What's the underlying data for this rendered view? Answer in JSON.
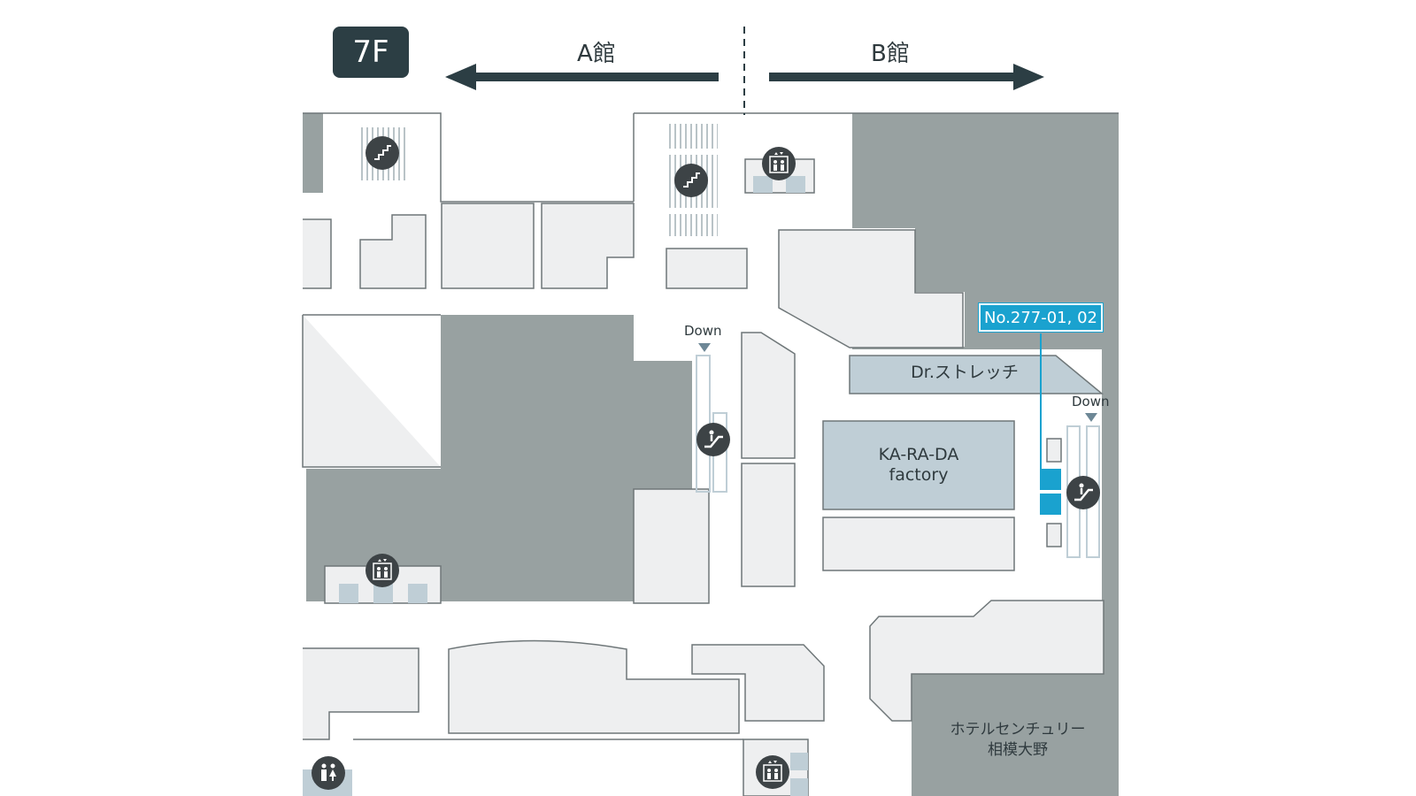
{
  "floor": {
    "label": "7F"
  },
  "buildings": {
    "a": "A館",
    "b": "B館"
  },
  "markers": {
    "down_left": "Down",
    "down_right": "Down"
  },
  "callout": {
    "label": "No.277-01, 02"
  },
  "stores": {
    "dr_stretch": "Dr.ストレッチ",
    "karada_line1": "KA-RA-DA",
    "karada_line2": "factory",
    "hotel_line1": "ホテルセンチュリー",
    "hotel_line2": "相模大野"
  },
  "icons": [
    "stairs-icon",
    "elevator-icon",
    "escalator-icon",
    "restroom-icon"
  ],
  "colors": {
    "dark_block": "#98a1a1",
    "light_block": "#eeeff0",
    "highlight_block": "#bfced6",
    "accent": "#1aa2cf",
    "badge": "#2c3e44",
    "icon_bg": "#3d4346"
  }
}
